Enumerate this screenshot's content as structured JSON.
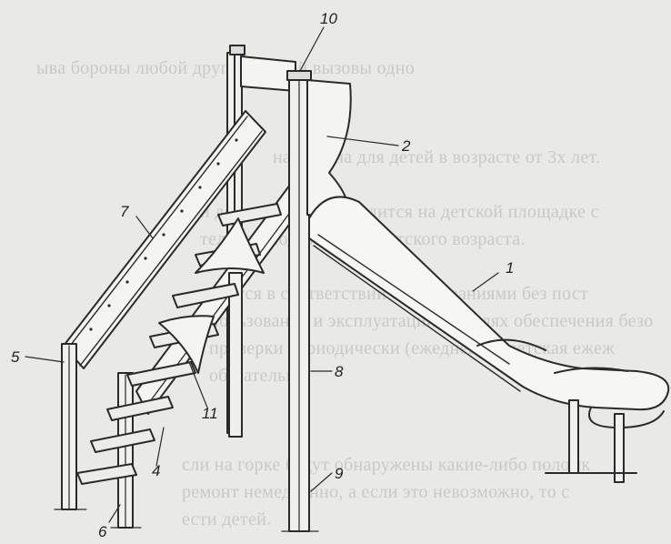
{
  "background_text": [
    "ыва бороны любой другой лесной вызовы одно",
    "назначена для детей в возрасте от 3х лет.",
    "и детских горок находится на детской площадке с",
    "тельной подготовки и детского возраста.",
    "ируется в соответствии с требованиями без пост",
    "пользования и эксплуатации. В целях обеспечения безо",
    "проверки периодически (ежедневно) детская ежеж",
    "обязательно.",
    "сли на горке будут обнаружены какие-либо поломк",
    "ремонт немедленно, а если это невозможно, то с",
    "ести детей."
  ],
  "labels": {
    "l1": "1",
    "l2": "2",
    "l4": "4",
    "l5": "5",
    "l6": "6",
    "l7": "7",
    "l8": "8",
    "l9": "9",
    "l10": "10",
    "l11": "11"
  }
}
